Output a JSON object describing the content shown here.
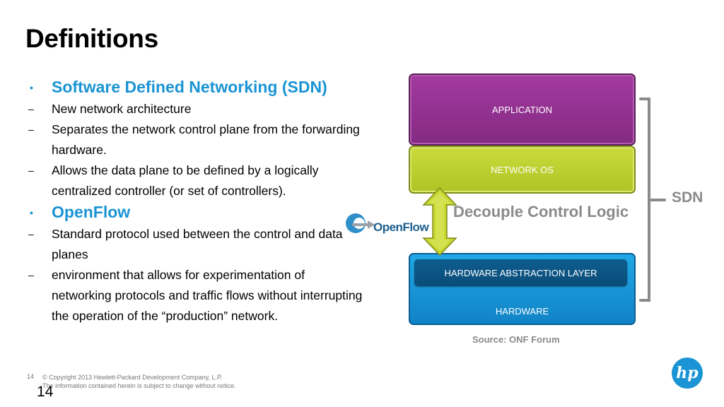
{
  "slide": {
    "title": "Definitions",
    "bullets": [
      {
        "type": "head",
        "mark": "•",
        "text": "Software Defined Networking (SDN)"
      },
      {
        "type": "sub",
        "mark": "–",
        "text": "New network architecture"
      },
      {
        "type": "sub",
        "mark": "–",
        "text": "Separates the network control plane from the forwarding hardware."
      },
      {
        "type": "sub",
        "mark": "–",
        "text": "Allows the data plane to be defined by a logically centralized controller (or set of controllers)."
      },
      {
        "type": "head",
        "mark": "•",
        "text": "OpenFlow"
      },
      {
        "type": "sub",
        "mark": "–",
        "text": "Standard protocol used between the control and data planes"
      },
      {
        "type": "sub",
        "mark": "–",
        "text": "environment that allows for experimentation of networking protocols and traffic flows without interrupting the operation of the “production” network."
      }
    ]
  },
  "diagram": {
    "application": "APPLICATION",
    "network_os": "NETWORK OS",
    "decouple": "Decouple Control Logic",
    "hal": "HARDWARE ABSTRACTION LAYER",
    "hardware": "HARDWARE",
    "sdn": "SDN",
    "openflow_logo": "OpenFlow",
    "source": "Source: ONF Forum",
    "colors": {
      "application": "#8e2f8c",
      "network_os": "#bfd130",
      "hardware": "#1a94d4",
      "hal": "#0b527f",
      "heading": "#1a94d4"
    }
  },
  "footer": {
    "page_small": "14",
    "copyright": "© Copyright 2013 Hewlett-Packard Development Company, L.P.",
    "notice": "The information contained herein is subject to change without notice.",
    "page_big": "14",
    "logo": "hp"
  }
}
